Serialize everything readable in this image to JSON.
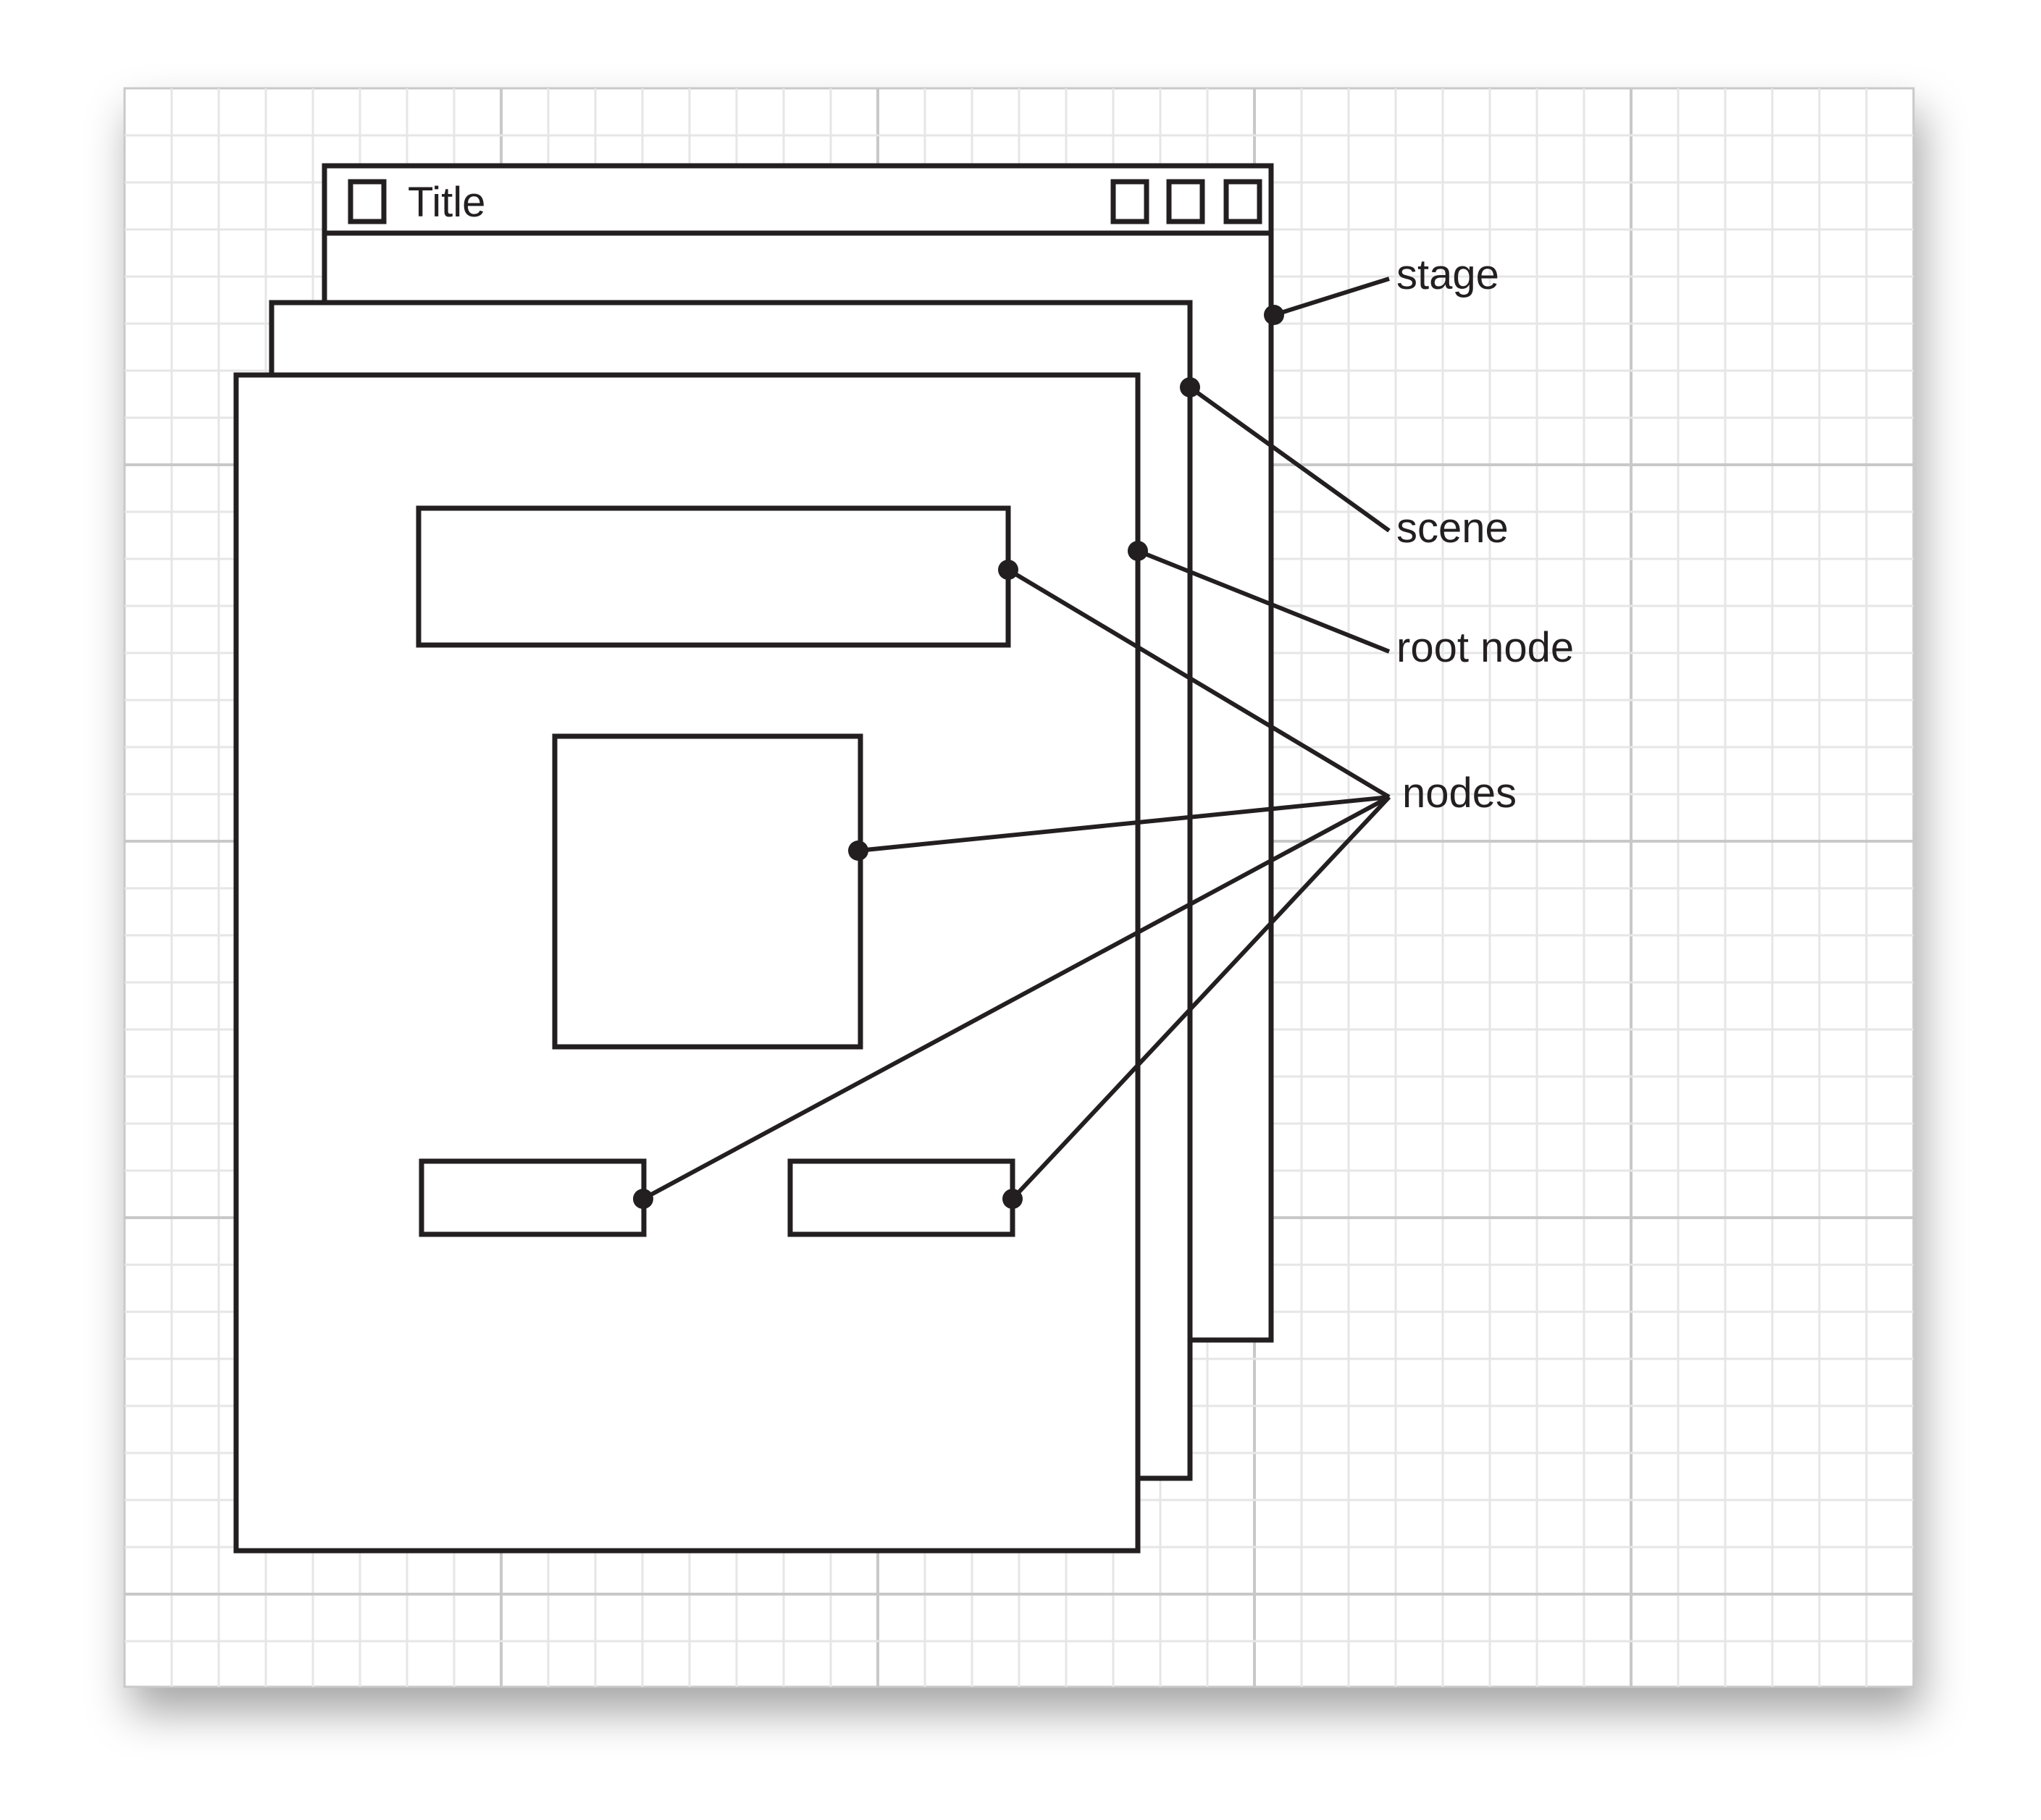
{
  "window": {
    "title": "Title"
  },
  "labels": {
    "stage": "stage",
    "scene": "scene",
    "root_node": "root node",
    "nodes": "nodes"
  },
  "colors": {
    "ink": "#231f20",
    "paper": "#ffffff",
    "grid_minor": "#e6e6e6",
    "grid_major": "#c8c8c8",
    "paper_border": "#c9c9c9"
  }
}
